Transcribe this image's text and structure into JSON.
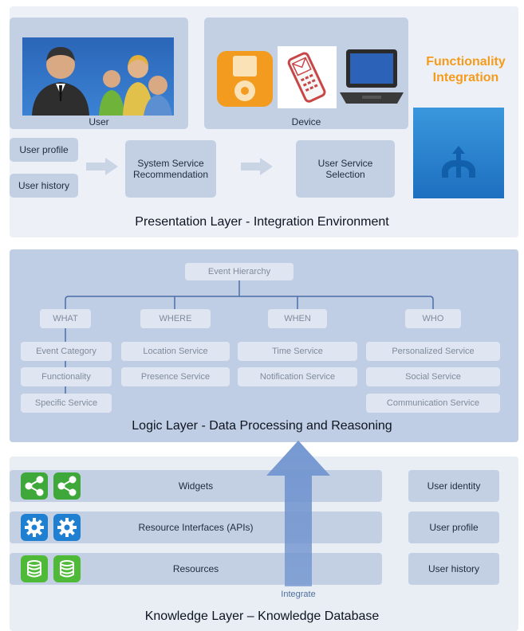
{
  "presentation": {
    "user_label": "User",
    "device_label": "Device",
    "user_profile": "User profile",
    "user_history": "User history",
    "system_service": "System Service\nRecommendation",
    "user_service": "User Service\nSelection",
    "functionality": "Functionality\nIntegration",
    "title": "Presentation Layer - Integration Environment"
  },
  "logic": {
    "root": "Event Hierarchy",
    "columns": [
      {
        "header": "WHAT",
        "items": [
          "Event Category",
          "Functionality",
          "Specific Service"
        ]
      },
      {
        "header": "WHERE",
        "items": [
          "Location Service",
          "Presence Service"
        ]
      },
      {
        "header": "WHEN",
        "items": [
          "Time Service",
          "Notification Service"
        ]
      },
      {
        "header": "WHO",
        "items": [
          "Personalized Service",
          "Social Service",
          "Communication Service"
        ]
      }
    ],
    "title": "Logic Layer - Data Processing and Reasoning"
  },
  "knowledge": {
    "rows": [
      "Widgets",
      "Resource Interfaces (APIs)",
      "Resources"
    ],
    "side": [
      "User identity",
      "User profile",
      "User history"
    ],
    "integrate": "Integrate",
    "title": "Knowledge Layer – Knowledge Database"
  },
  "colors": {
    "accent_orange": "#f59b1c",
    "widget_green": "#3fa83a",
    "gear_blue": "#1f7fd1",
    "db_green": "#4fba38",
    "function_blue": "#2a86d0"
  },
  "icons": [
    "business-people-icon",
    "music-player-icon",
    "mobile-phone-mail-icon",
    "laptop-icon",
    "function-integration-icon",
    "share-icon",
    "gear-icon",
    "database-icon",
    "arrow-right-icon",
    "arrow-up-icon"
  ]
}
